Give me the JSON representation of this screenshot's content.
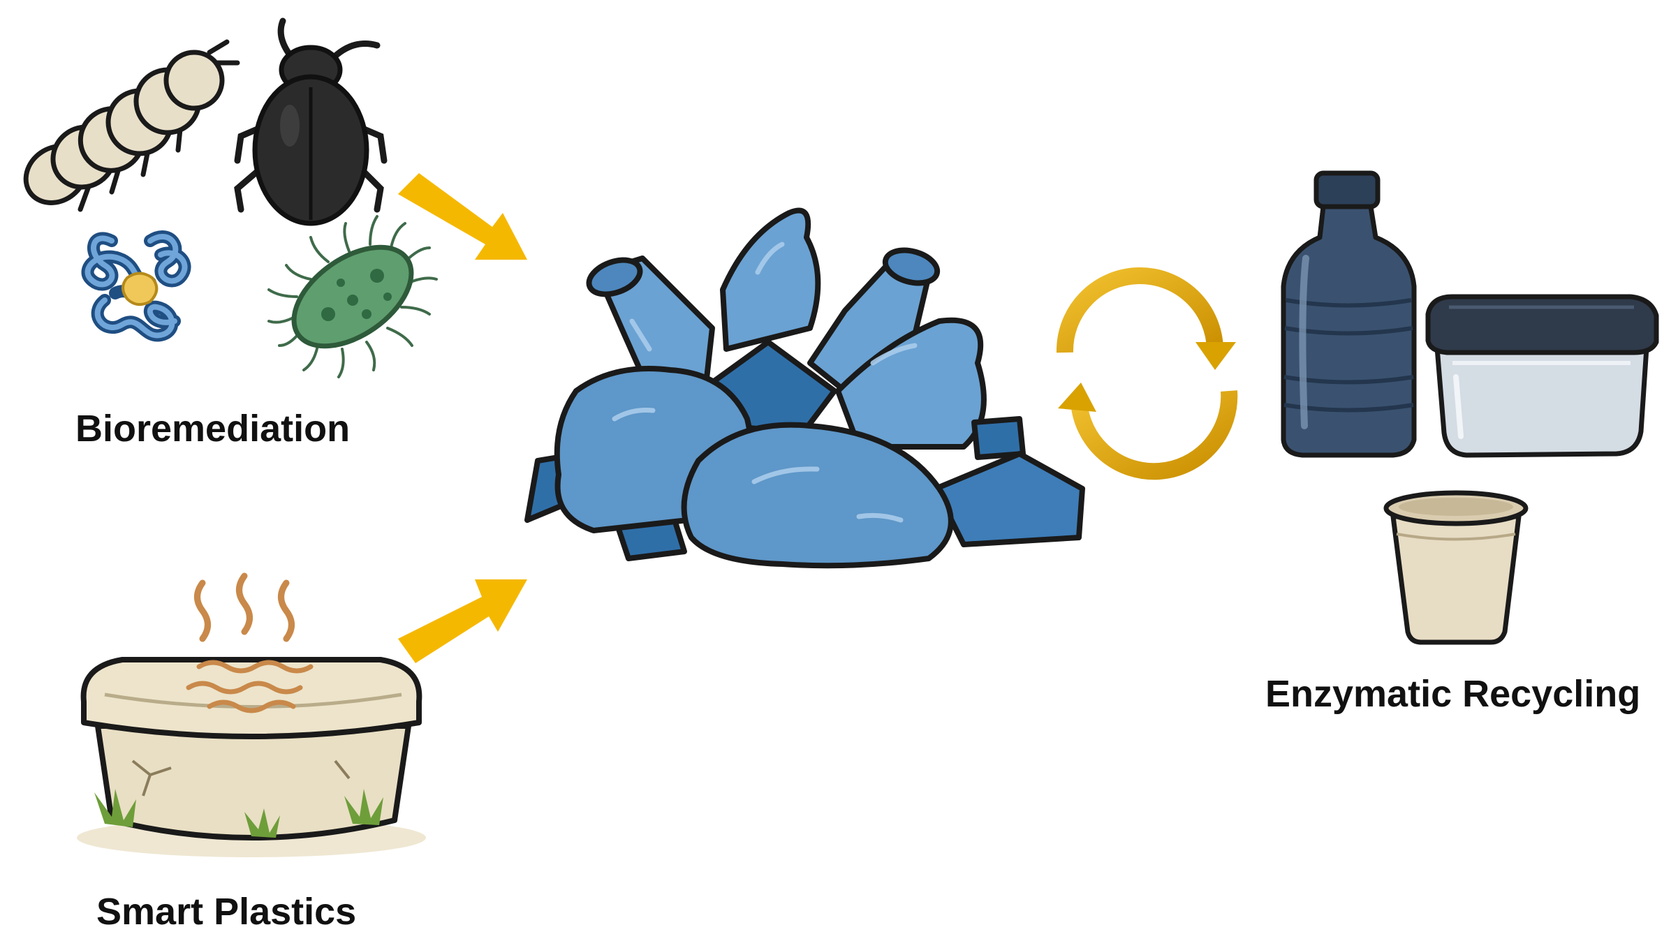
{
  "labels": {
    "bioremediation": "Bioremediation",
    "smart_plastics": "Smart Plastics",
    "enzymatic_recycling": "Enzymatic Recycling"
  },
  "icons": {
    "bioremediation_group": [
      "mealworm-icon",
      "beetle-icon",
      "enzyme-protein-icon",
      "bacterium-icon"
    ],
    "smart_plastics": "biodegradable-container-icon",
    "waste_pile": "plastic-waste-pile-icon",
    "cycle": "recycle-cycle-arrows-icon",
    "products": [
      "plastic-bottle-icon",
      "food-container-icon",
      "cup-icon"
    ]
  },
  "colors": {
    "arrow": "#F5B800",
    "cycle_arrow": "#E0A800",
    "plastic_blue": "#5E97C9",
    "plastic_dark_blue": "#2F6FA8",
    "bottle_navy": "#344A63",
    "bacterium_green": "#5F9E6E",
    "outline": "#1A1A1A"
  }
}
